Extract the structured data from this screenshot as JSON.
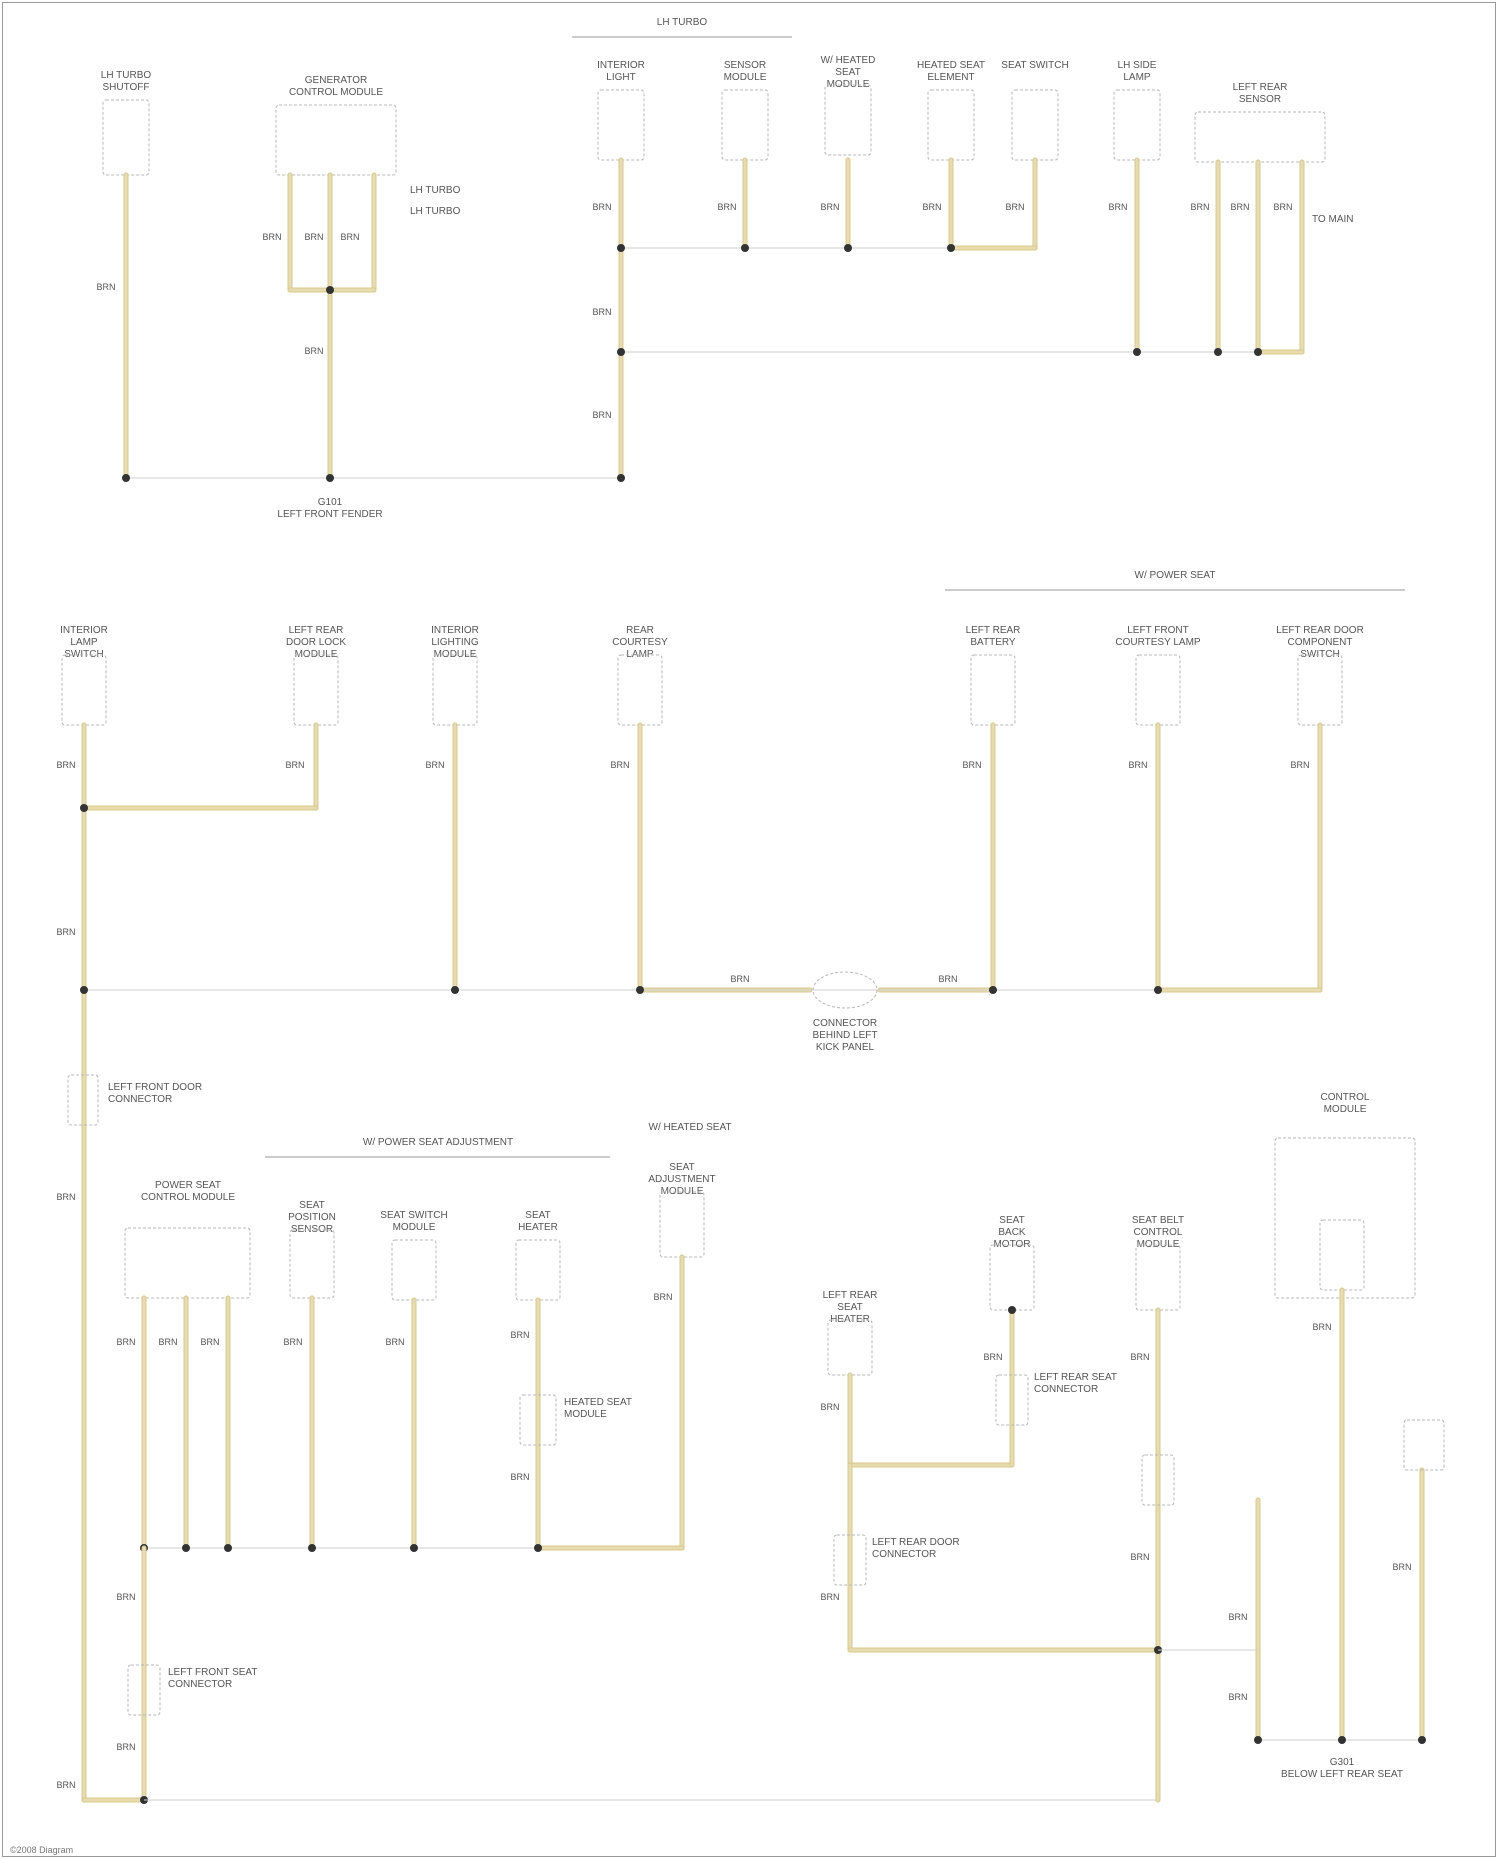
{
  "diagram": {
    "title_groups": {
      "g1": "LH TURBO",
      "g2": "W/ POWER SEAT",
      "g3": "W/ POWER SEAT ADJUSTMENT",
      "g4": "W/ HEATED SEAT"
    },
    "components": {
      "c1": "LH TURBO\nSHUTOFF",
      "c2": "GENERATOR\nCONTROL MODULE",
      "c3": "INTERIOR\nLIGHT",
      "c4": "SENSOR\nMODULE",
      "c5": "W/ HEATED\nSEAT\nMODULE",
      "c6": "HEATED SEAT\nELEMENT",
      "c7": "SEAT SWITCH",
      "c8": "LH SIDE\nLAMP",
      "c9": "LEFT REAR\nSENSOR",
      "c10": "INTERIOR\nLAMP\nSWITCH",
      "c11": "LEFT REAR\nDOOR LOCK\nMODULE",
      "c12": "INTERIOR\nLIGHTING\nMODULE",
      "c13": "REAR\nCOURTESY\nLAMP",
      "c14": "LEFT REAR\nBATTERY",
      "c15": "LEFT FRONT\nCOURTESY LAMP",
      "c16": "LEFT REAR DOOR\nCOMPONENT\nSWITCH",
      "c17": "POWER SEAT\nCONTROL MODULE",
      "c18": "SEAT\nPOSITION\nSENSOR",
      "c19": "SEAT SWITCH\nMODULE",
      "c20": "SEAT\nHEATER",
      "c21": "SEAT\nADJUSTMENT\nMODULE",
      "c22": "HEATED SEAT\nMODULE",
      "c23": "LEFT REAR\nSEAT\nHEATER",
      "c24": "SEAT\nBACK\nMOTOR",
      "c25": "SEAT BELT\nCONTROL\nMODULE",
      "c26": "CONTROL\nMODULE"
    },
    "annotations": {
      "a1": "LH TURBO",
      "a2": "LH TURBO",
      "a3": "TO MAIN",
      "g101": "G101\nLEFT FRONT FENDER",
      "splice": "CONNECTOR\nBEHIND LEFT\nKICK PANEL",
      "conn1": "LEFT FRONT DOOR\nCONNECTOR",
      "conn2": "LEFT FRONT SEAT\nCONNECTOR",
      "conn3": "LEFT REAR DOOR\nCONNECTOR",
      "conn4": "LEFT REAR SEAT\nCONNECTOR",
      "g301": "G301\nBELOW LEFT REAR SEAT",
      "footer": "©2008 Diagram"
    },
    "wire_code": "BRN",
    "colors": {
      "wire": "#e6dcb0",
      "wire_dark": "#d8c98a",
      "dot": "#333333",
      "box": "#a0a0a0",
      "dashed": "#b8b8b8"
    }
  }
}
